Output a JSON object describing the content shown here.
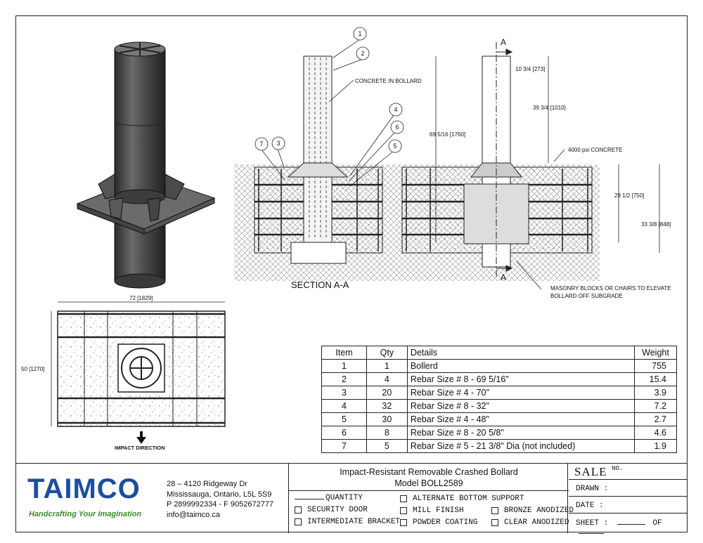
{
  "drawing": {
    "section_label": "SECTION A-A",
    "concrete_in_bollard": "CONCRETE IN BOLLARD",
    "concrete_psi": "4000 psi CONCRETE",
    "masonry_note_1": "MASONRY BLOCKS OR CHAIRS TO ELEVATE",
    "masonry_note_2": "BOLLARD OFF SUBGRADE",
    "section_marker": "A",
    "dim_width": "10 3/4 [273]",
    "dim_above": "39 3/4 [1010]",
    "dim_total": "69 5/16 [1760]",
    "dim_depth1": "29 1/2 [750]",
    "dim_depth2": "33 3/8 [848]",
    "dim_plan_w": "72 [1829]",
    "dim_plan_h": "50 [1270]",
    "impact_direction": "IMPACT DIRECTION",
    "balloons": [
      "1",
      "2",
      "3",
      "4",
      "5",
      "6",
      "7"
    ]
  },
  "parts_table": {
    "headers": {
      "item": "Item",
      "qty": "Qty",
      "details": "Details",
      "weight": "Weight"
    },
    "rows": [
      {
        "item": "1",
        "qty": "1",
        "details": "Bollerd",
        "weight": "755"
      },
      {
        "item": "2",
        "qty": "4",
        "details": "Rebar Size # 8 - 69 5/16\"",
        "weight": "15.4"
      },
      {
        "item": "3",
        "qty": "20",
        "details": "Rebar Size # 4 - 70\"",
        "weight": "3.9"
      },
      {
        "item": "4",
        "qty": "32",
        "details": "Rebar Size # 8 - 32\"",
        "weight": "7.2"
      },
      {
        "item": "5",
        "qty": "30",
        "details": "Rebar Size # 4 - 48\"",
        "weight": "2.7"
      },
      {
        "item": "6",
        "qty": "8",
        "details": "Rebar Size # 8 - 20 5/8\"",
        "weight": "4.6"
      },
      {
        "item": "7",
        "qty": "5",
        "details": "Rebar Size # 5 - 21 3/8\" Dia (not included)",
        "weight": "1.9"
      }
    ]
  },
  "title_block": {
    "logo_text": "TAIMCO",
    "tagline": "Handcrafting Your Imagination",
    "address_line1": "28 – 4120 Ridgeway Dr",
    "address_line2": "Mississauga, Ontario, L5L 5S9",
    "phone": "P 2899992334 - F 9052672777",
    "email": "info@taimco.ca",
    "title": "Impact-Resistant Removable Crashed Bollard",
    "model": "Model BOLL2589",
    "quantity_label": "QUANTITY",
    "options": {
      "security_door": "SECURITY DOOR",
      "intermediate_bracket": "INTERMEDIATE BRACKET",
      "alternate_bottom_support": "ALTERNATE BOTTOM SUPPORT",
      "mill_finish": "MILL FINISH",
      "powder_coating": "POWDER COATING",
      "bronze_anodized": "BRONZE ANODIZED",
      "clear_anodized": "CLEAR ANODIZED"
    },
    "sale": "SALE",
    "sale_no": "NO.",
    "drawn": "DRAWN :",
    "date": "DATE :",
    "sheet": "SHEET :",
    "sheet_of": "OF",
    "colors": {
      "logo_blue": "#1c4fa1",
      "logo_green": "#5aaa2e",
      "tagline_green": "#3a8a2a"
    }
  }
}
